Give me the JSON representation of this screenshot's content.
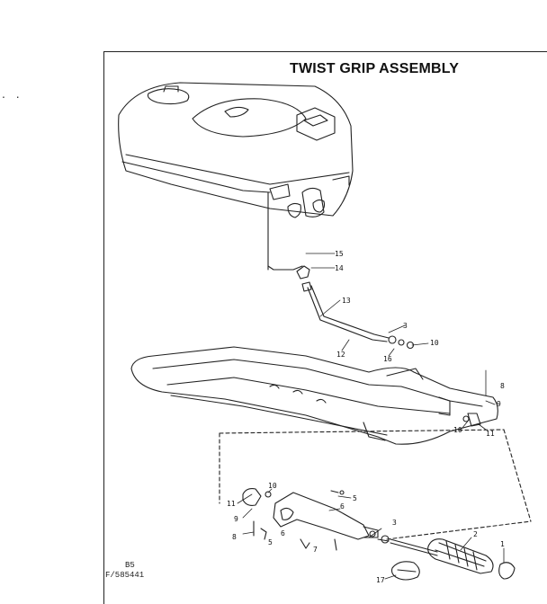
{
  "diagram": {
    "title": "TWIST GRIP ASSEMBLY",
    "page_code": "B5",
    "figure_code": "F/585441",
    "corner_mark": ". ."
  },
  "callouts": [
    "15",
    "14",
    "13",
    "12",
    "3",
    "16",
    "10",
    "8",
    "9",
    "10",
    "11",
    "10",
    "6",
    "5",
    "11",
    "9",
    "8",
    "5",
    "6",
    "7",
    "3",
    "2",
    "1",
    "17"
  ]
}
